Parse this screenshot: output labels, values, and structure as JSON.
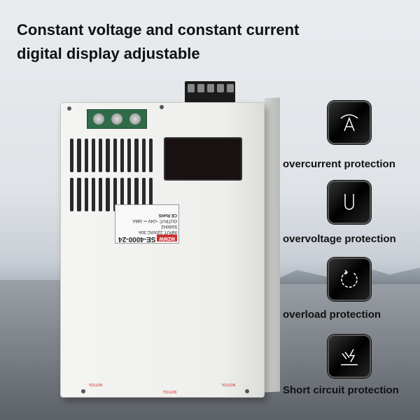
{
  "headline": {
    "line1": "Constant voltage and constant current",
    "line2": "digital display adjustable"
  },
  "product_label": {
    "brand": "MZMW",
    "model": "SE-4000-24",
    "input": "INPUT: 220VAC  30A",
    "frequency": "50/60HZ",
    "output": "OUTPUT: +24V ⎓ 166A",
    "rohs": "RoHS",
    "ce": "CE"
  },
  "notices": [
    "NOTICE:",
    "NOTICE:",
    "NOTICE:"
  ],
  "features": [
    {
      "icon": "ammeter-icon",
      "label": "overcurrent protection"
    },
    {
      "icon": "voltage-u-icon",
      "label": "overvoltage protection"
    },
    {
      "icon": "circular-arrow-icon",
      "label": "overload protection"
    },
    {
      "icon": "lightning-icon",
      "label": "Short circuit protection"
    }
  ]
}
